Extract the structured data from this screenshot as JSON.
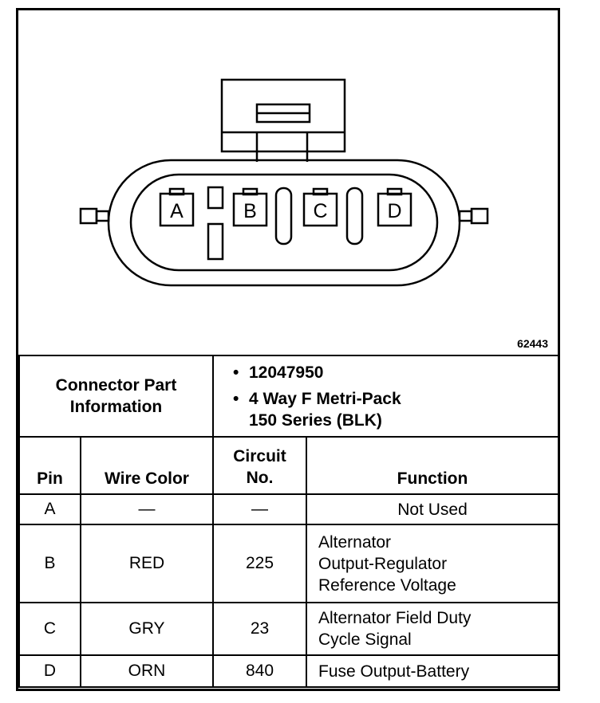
{
  "figure_number": "62443",
  "connector": {
    "pin_labels": [
      "A",
      "B",
      "C",
      "D"
    ]
  },
  "part_info": {
    "title_line1": "Connector Part",
    "title_line2": "Information",
    "items": [
      {
        "line1": "12047950",
        "line2": ""
      },
      {
        "line1": "4 Way F Metri-Pack",
        "line2": "150 Series (BLK)"
      }
    ]
  },
  "table": {
    "headers": {
      "pin": "Pin",
      "wire_color": "Wire Color",
      "circuit_line1": "Circuit",
      "circuit_line2": "No.",
      "function": "Function"
    },
    "rows": [
      {
        "pin": "A",
        "wire_color": "—",
        "circuit": "—",
        "function_lines": [
          "Not Used"
        ]
      },
      {
        "pin": "B",
        "wire_color": "RED",
        "circuit": "225",
        "function_lines": [
          "Alternator",
          "Output-Regulator",
          "Reference Voltage"
        ]
      },
      {
        "pin": "C",
        "wire_color": "GRY",
        "circuit": "23",
        "function_lines": [
          "Alternator Field Duty",
          "Cycle Signal"
        ]
      },
      {
        "pin": "D",
        "wire_color": "ORN",
        "circuit": "840",
        "function_lines": [
          "Fuse Output-Battery"
        ]
      }
    ]
  }
}
